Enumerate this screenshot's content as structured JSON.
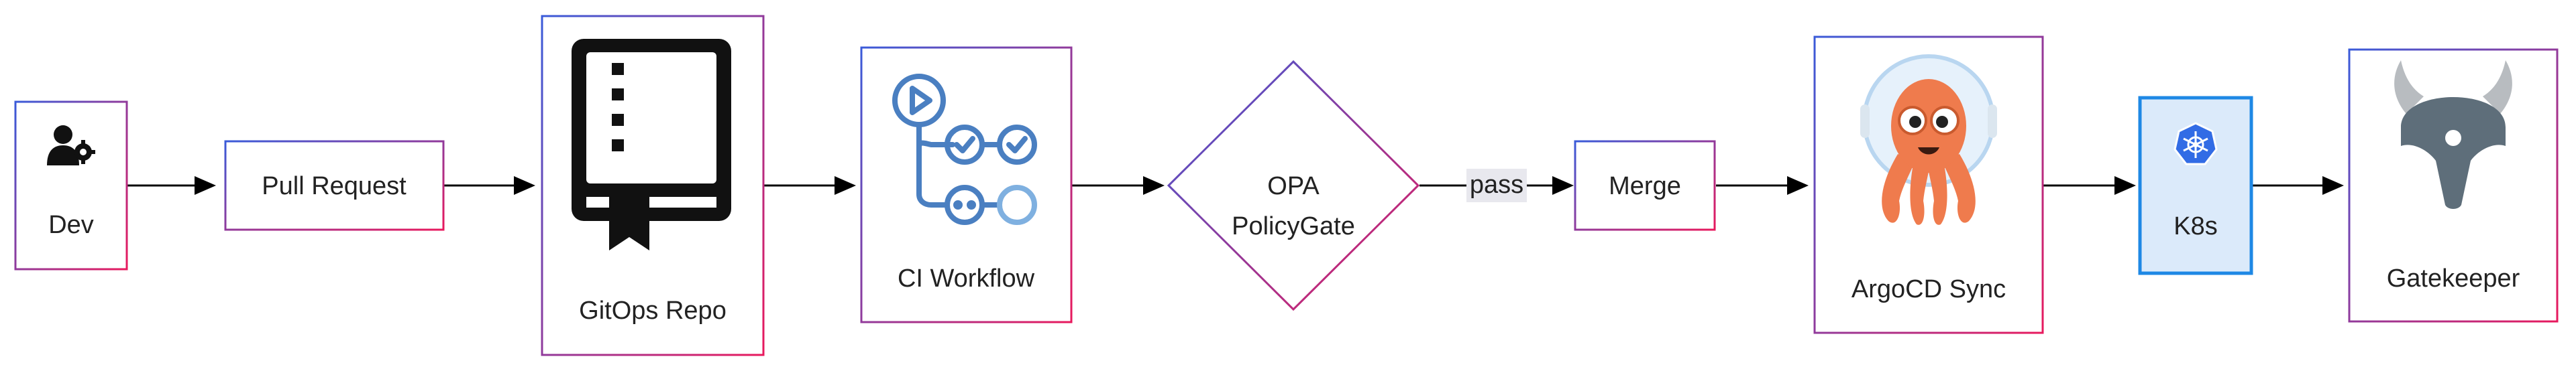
{
  "diagram": {
    "nodes": {
      "dev": {
        "label": "Dev",
        "icon": "user-gear-icon"
      },
      "pull_request": {
        "label": "Pull Request"
      },
      "gitops_repo": {
        "label": "GitOps Repo",
        "icon": "book-icon"
      },
      "ci_workflow": {
        "label": "CI Workflow",
        "icon": "github-actions-icon"
      },
      "policy_gate": {
        "line1": "OPA",
        "line2": "PolicyGate"
      },
      "merge": {
        "label": "Merge"
      },
      "argocd_sync": {
        "label": "ArgoCD Sync",
        "icon": "argo-octopus-icon"
      },
      "k8s": {
        "label": "K8s",
        "icon": "kubernetes-helm-icon"
      },
      "gatekeeper": {
        "label": "Gatekeeper",
        "icon": "gatekeeper-viking-icon"
      }
    },
    "edges": {
      "pass_label": "pass"
    },
    "colors": {
      "border_start": "#3a5bd9",
      "border_end": "#e8195d",
      "k8s_fill": "#dbeafa",
      "k8s_border": "#1e88e5",
      "ci_blue": "#4a7fc1",
      "ci_light": "#7fb0e0",
      "argo_orange": "#ef7b4d",
      "gatekeeper_dark": "#5e6e7a",
      "gatekeeper_light": "#b8bcc0",
      "pass_bg": "#e8e8ee"
    }
  }
}
